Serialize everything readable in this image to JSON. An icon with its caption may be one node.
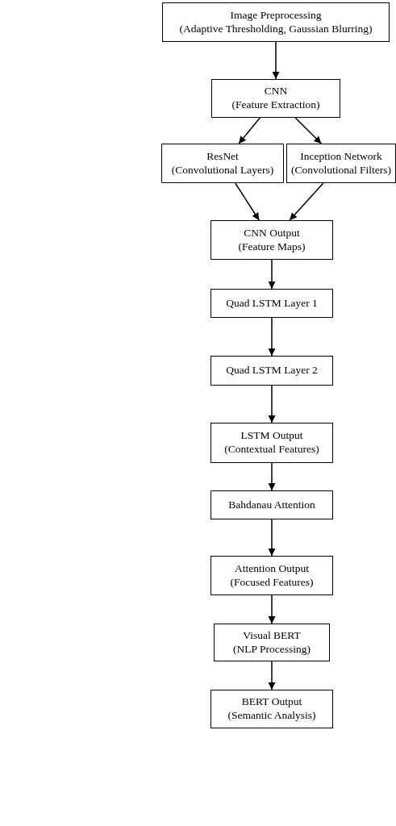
{
  "diagram": {
    "nodes": [
      {
        "text": [
          "Image Preprocessing",
          "(Adaptive Thresholding, Gaussian Blurring)"
        ]
      },
      {
        "text": [
          "CNN",
          "(Feature Extraction)"
        ]
      },
      {
        "text": [
          "ResNet",
          "(Convolutional Layers)"
        ]
      },
      {
        "text": [
          "Inception Network",
          "(Convolutional Filters)"
        ]
      },
      {
        "text": [
          "CNN Output",
          "(Feature Maps)"
        ]
      },
      {
        "text": [
          "Quad LSTM Layer 1"
        ]
      },
      {
        "text": [
          "Quad LSTM Layer 2"
        ]
      },
      {
        "text": [
          "LSTM Output",
          "(Contextual Features)"
        ]
      },
      {
        "text": [
          "Bahdanau Attention"
        ]
      },
      {
        "text": [
          "Attention Output",
          "(Focused Features)"
        ]
      },
      {
        "text": [
          "Visual BERT",
          "(NLP Processing)"
        ]
      },
      {
        "text": [
          "BERT Output",
          "(Semantic Analysis)"
        ]
      }
    ],
    "edges": [
      {
        "from": 0,
        "to": 1,
        "arrow": "to"
      },
      {
        "from": 1,
        "to": 2,
        "arrow": "to"
      },
      {
        "from": 1,
        "to": 3,
        "arrow": "to"
      },
      {
        "from": 2,
        "to": 4,
        "arrow": "to"
      },
      {
        "from": 3,
        "to": 4,
        "arrow": "to"
      },
      {
        "from": 4,
        "to": 5,
        "arrow": "to"
      },
      {
        "from": 5,
        "to": 6,
        "arrow": "to"
      },
      {
        "from": 6,
        "to": 7,
        "arrow": "to"
      },
      {
        "from": 7,
        "to": 8,
        "arrow": "to"
      },
      {
        "from": 8,
        "to": 9,
        "arrow": "to"
      },
      {
        "from": 9,
        "to": 10,
        "arrow": "to"
      },
      {
        "from": 10,
        "to": 11,
        "arrow": "to"
      }
    ]
  }
}
